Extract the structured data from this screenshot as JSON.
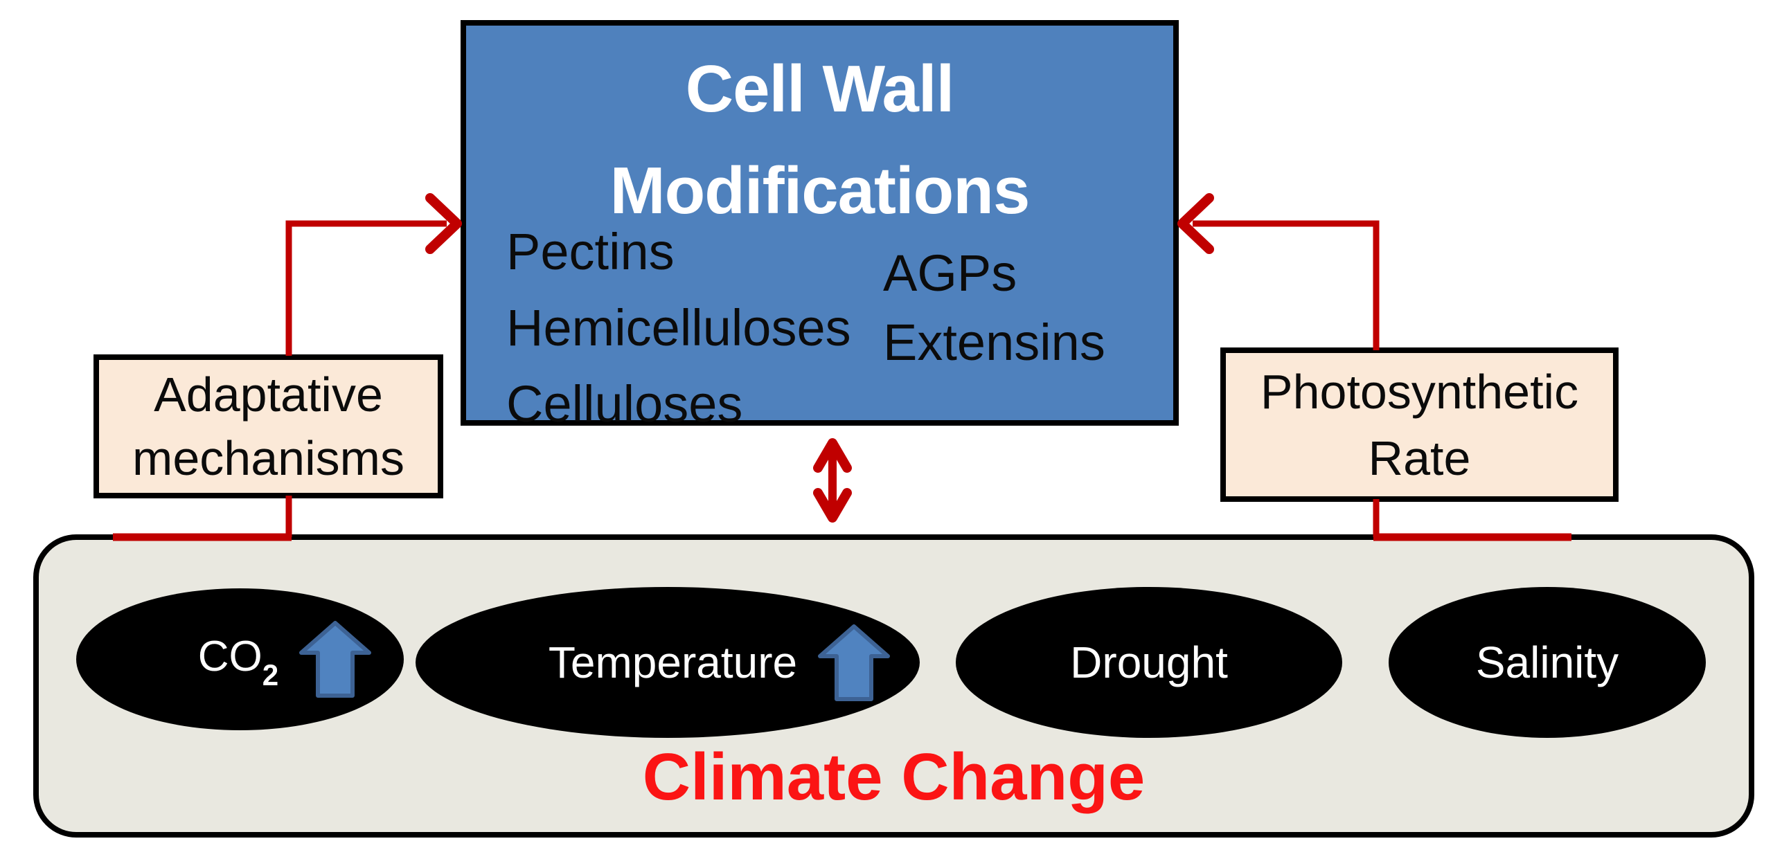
{
  "diagram": {
    "cell_wall_box": {
      "title_lines": [
        "Cell Wall",
        "Modifications"
      ],
      "left_items": [
        "Pectins",
        "Hemicelluloses",
        "Celluloses"
      ],
      "right_items": [
        "AGPs",
        "Extensins"
      ],
      "fill_color": "#4f81bd"
    },
    "adaptive_box": {
      "lines": [
        "Adaptative",
        "mechanisms"
      ],
      "fill_color": "#fbe9d8"
    },
    "photosynthetic_box": {
      "lines": [
        "Photosynthetic",
        "Rate"
      ],
      "fill_color": "#fbe9d8"
    },
    "climate_container": {
      "label": "Climate Change",
      "label_color": "#fb1414",
      "fill_color": "#e9e8e0",
      "factors": [
        {
          "label": "CO",
          "subscript": "2",
          "has_up_arrow": true
        },
        {
          "label": "Temperature",
          "has_up_arrow": true
        },
        {
          "label": "Drought",
          "has_up_arrow": false
        },
        {
          "label": "Salinity",
          "has_up_arrow": false
        }
      ]
    },
    "colors": {
      "connector_red": "#c00000",
      "ellipse_black": "#000000",
      "up_arrow_fill": "#5083c0",
      "up_arrow_stroke": "#3d6294"
    }
  }
}
